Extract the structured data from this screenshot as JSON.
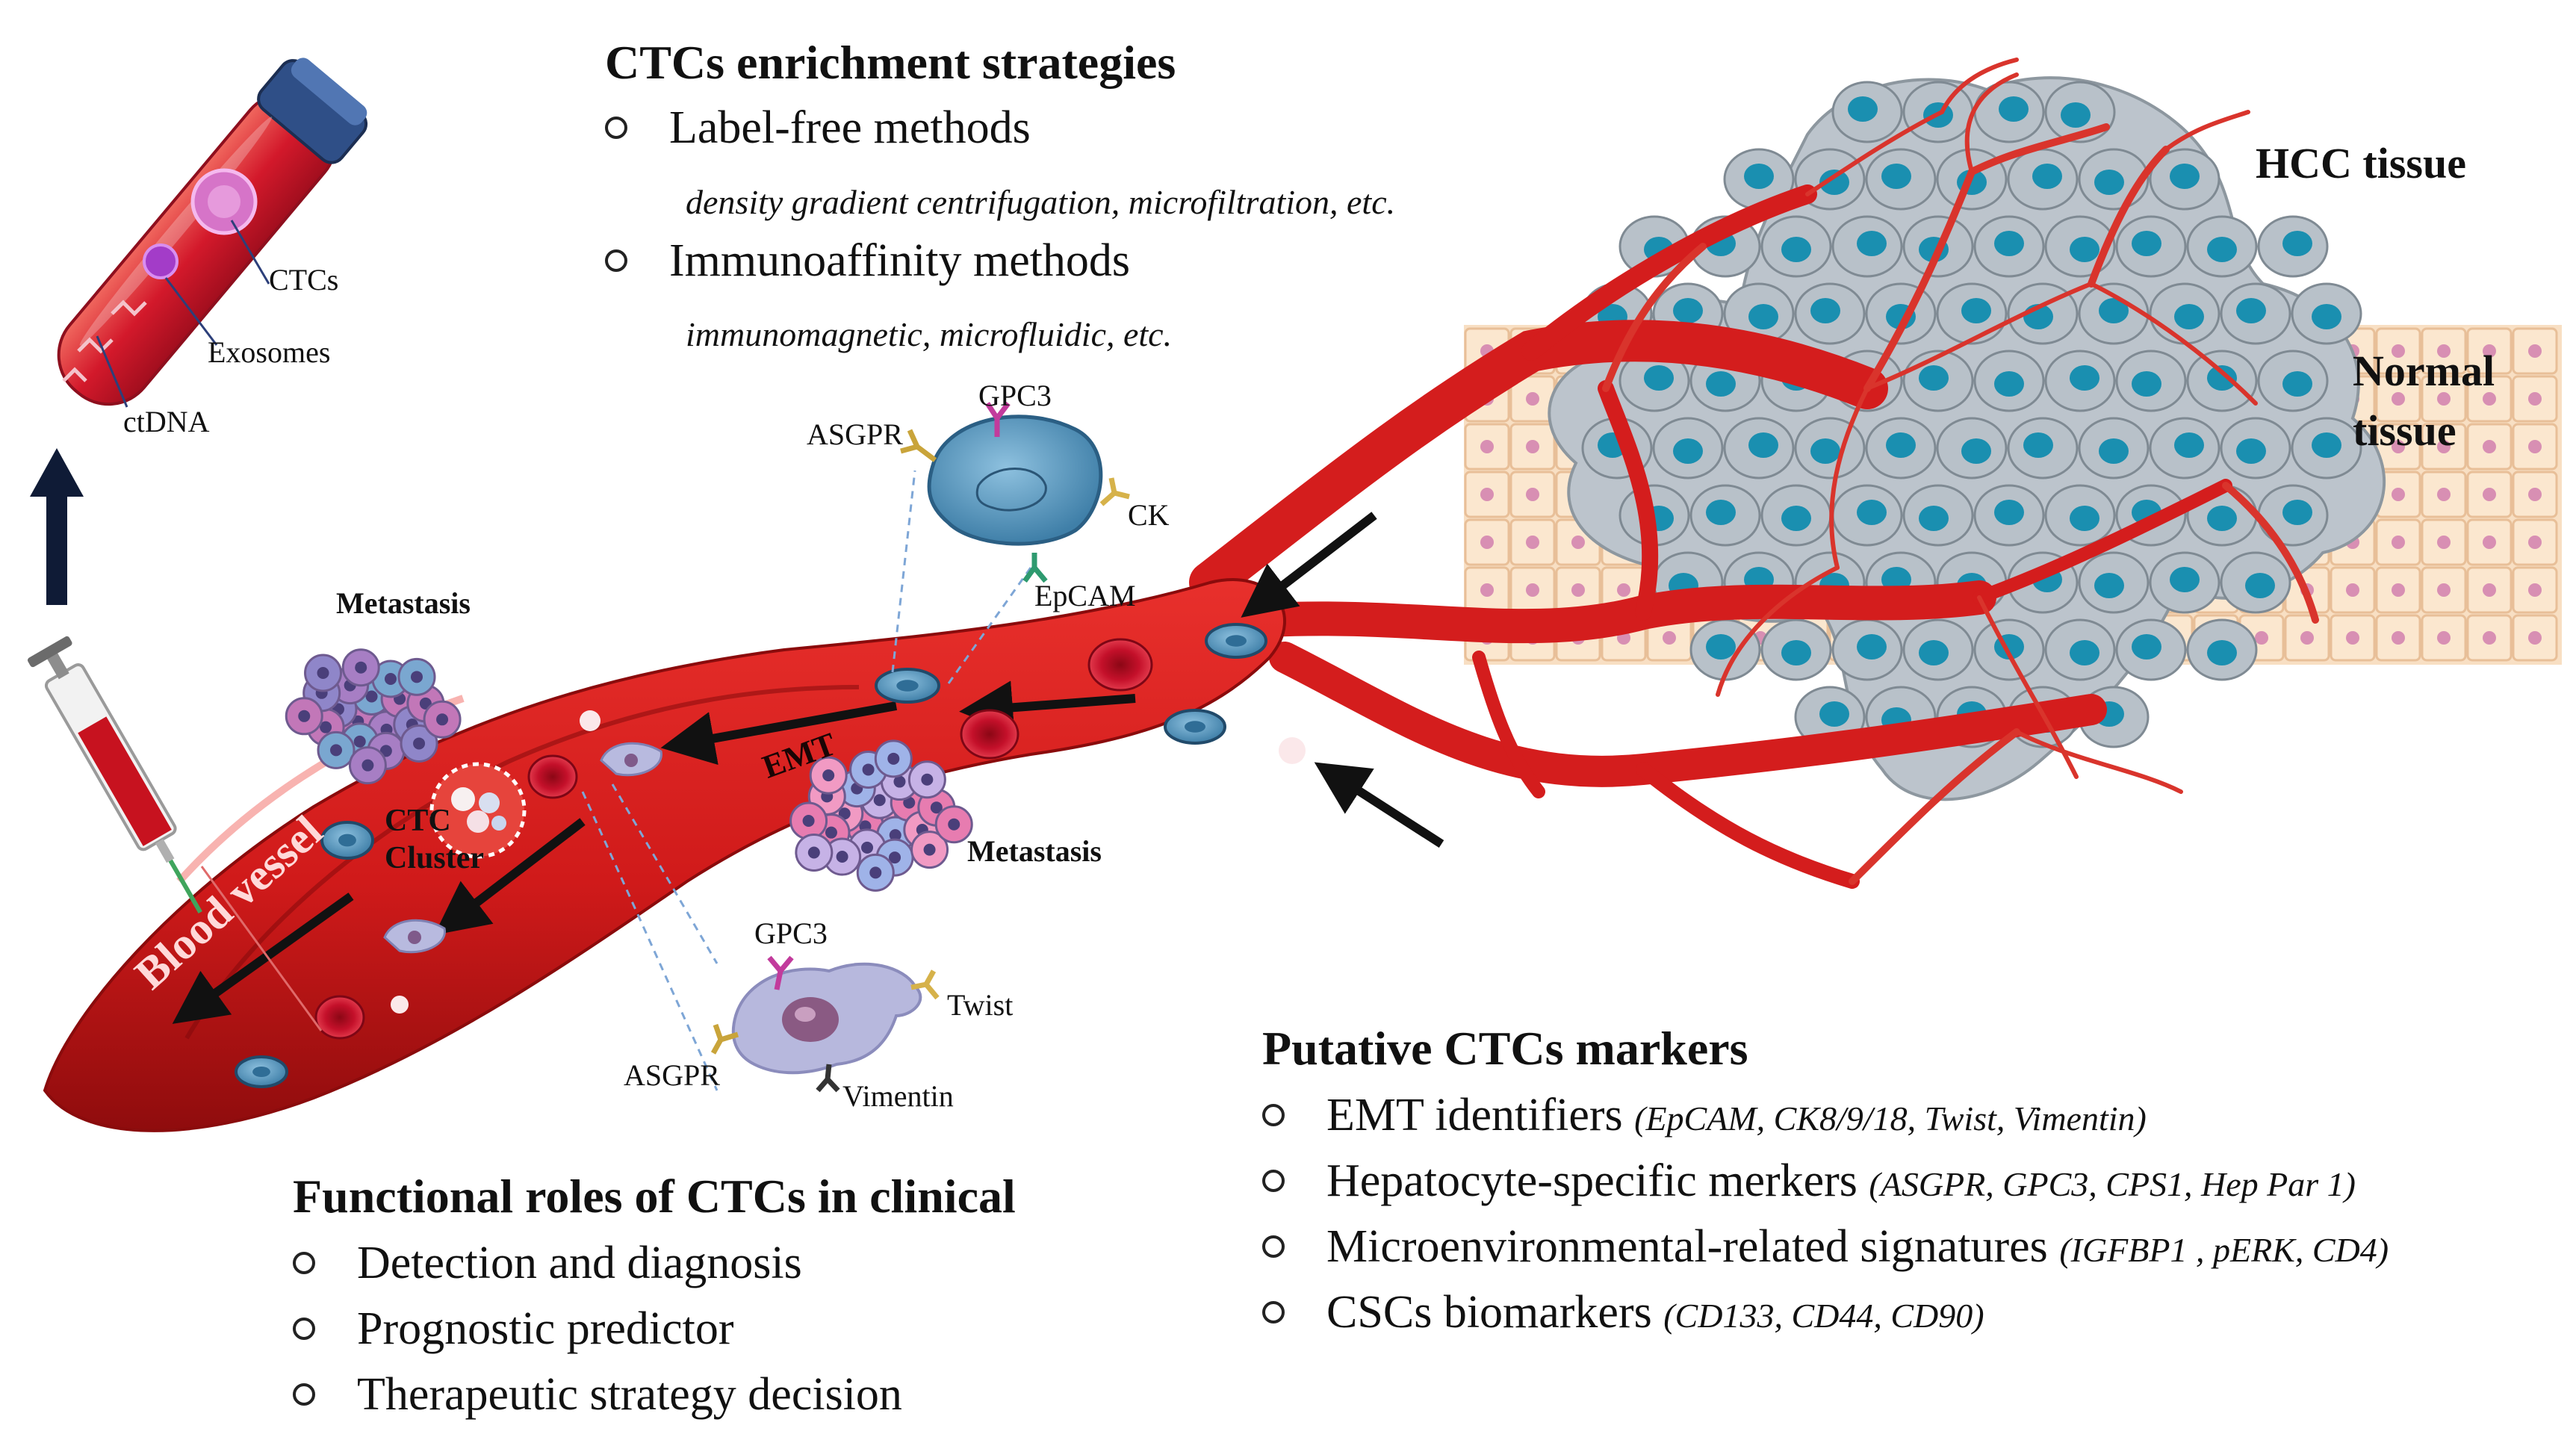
{
  "enrichment": {
    "title": "CTCs enrichment strategies",
    "items": [
      {
        "label": "Label-free methods",
        "detail": "density gradient centrifugation, microfiltration, etc."
      },
      {
        "label": "Immunoaffinity methods",
        "detail": "immunomagnetic, microfluidic, etc."
      }
    ]
  },
  "tube_labels": {
    "ctcs": "CTCs",
    "exosomes": "Exosomes",
    "ctdna": "ctDNA"
  },
  "tissue_labels": {
    "hcc": "HCC tissue",
    "normal_line1": "Normal",
    "normal_line2": "tissue"
  },
  "cell_top": {
    "gpc3": "GPC3",
    "asgpr": "ASGPR",
    "ck": "CK",
    "epcam": "EpCAM"
  },
  "cell_bottom": {
    "gpc3": "GPC3",
    "twist": "Twist",
    "asgpr": "ASGPR",
    "vimentin": "Vimentin"
  },
  "vessel_labels": {
    "metastasis_top": "Metastasis",
    "metastasis_mid": "Metastasis",
    "emt": "EMT",
    "cluster_line1": "CTC",
    "cluster_line2": "Cluster",
    "blood_vessel": "Blood vessel"
  },
  "markers": {
    "title": "Putative CTCs markers",
    "items": [
      {
        "label": "EMT identifiers",
        "detail": "(EpCAM, CK8/9/18, Twist, Vimentin)"
      },
      {
        "label": "Hepatocyte-specific merkers",
        "detail": "(ASGPR, GPC3, CPS1, Hep Par 1)"
      },
      {
        "label": "Microenvironmental-related signatures",
        "detail": "(IGFBP1 , pERK, CD4)"
      },
      {
        "label": "CSCs biomarkers",
        "detail": "(CD133, CD44, CD90)"
      }
    ]
  },
  "roles": {
    "title": "Functional roles of CTCs in clinical",
    "items": [
      "Detection and diagnosis",
      "Prognostic predictor",
      "Therapeutic strategy decision"
    ]
  },
  "colors": {
    "vessel": "#d41d1d",
    "vessel_dark": "#a10f10",
    "ctc_cell": "#4f8fb8",
    "hcc_cell": "#b8c1c9",
    "hcc_nucleus": "#1a8fb0",
    "normal_tissue": "#f7dcc0",
    "normal_nucleus": "#d88fb3",
    "metastasis": "#d77ab5"
  }
}
